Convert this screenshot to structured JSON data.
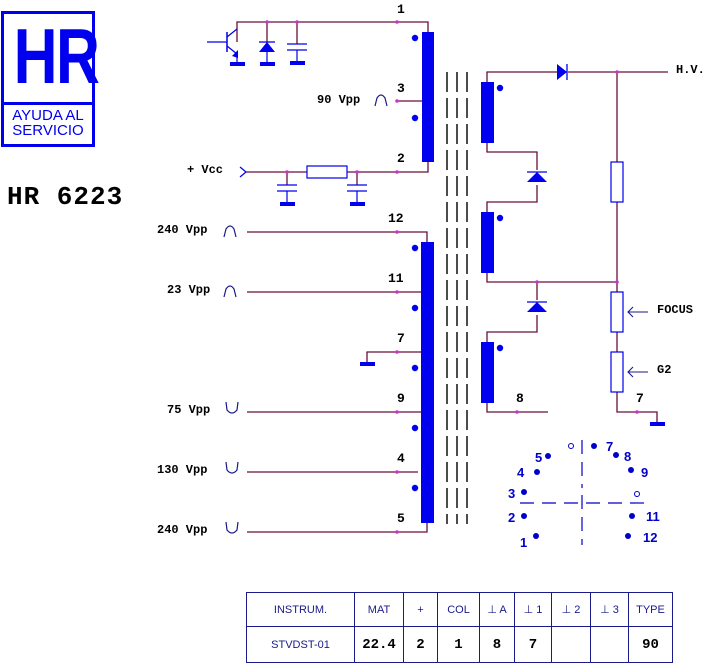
{
  "logo": {
    "mark": "HR",
    "line1": "AYUDA AL",
    "line2": "SERVICIO"
  },
  "model": "HR 6223",
  "colors": {
    "wire": "#6b0f3a",
    "component": "#0000ee",
    "node": "#cc33cc",
    "text": "#000000",
    "socket": "#0000cc"
  },
  "primary": {
    "pins": [
      {
        "id": "1",
        "label": "1"
      },
      {
        "id": "3",
        "label": "3",
        "signal": "90 Vpp",
        "waveform": "positive-pulse"
      },
      {
        "id": "2",
        "label": "2",
        "signal": "+ Vcc",
        "waveform": "input-arrow"
      }
    ],
    "driver_components": [
      "transistor-icon",
      "diode-icon",
      "capacitor-icon"
    ],
    "filter_components": [
      "capacitor-icon",
      "resistor-icon",
      "capacitor-icon"
    ]
  },
  "secondary": {
    "pins": [
      {
        "id": "12",
        "label": "12",
        "signal": "240 Vpp",
        "waveform": "positive-pulse"
      },
      {
        "id": "11",
        "label": "11",
        "signal": "23 Vpp",
        "waveform": "positive-pulse"
      },
      {
        "id": "7",
        "label": "7",
        "signal": "",
        "waveform": "ground"
      },
      {
        "id": "9",
        "label": "9",
        "signal": "75 Vpp",
        "waveform": "negative-pulse"
      },
      {
        "id": "4",
        "label": "4",
        "signal": "130 Vpp",
        "waveform": "negative-pulse"
      },
      {
        "id": "5",
        "label": "5",
        "signal": "240 Vpp",
        "waveform": "negative-pulse"
      }
    ]
  },
  "hv_section": {
    "output_label": "H.V.",
    "focus_label": "FOCUS",
    "g2_label": "G2",
    "pin_8": "8",
    "pin_7": "7"
  },
  "socket_view": {
    "pins": [
      "1",
      "2",
      "3",
      "4",
      "5",
      "7",
      "8",
      "9",
      "11",
      "12"
    ],
    "empty_positions": 2
  },
  "spec_table": {
    "headers": [
      "INSTRUM.",
      "MAT",
      "+",
      "COL",
      "⊥ A",
      "⊥ 1",
      "⊥ 2",
      "⊥ 3",
      "TYPE"
    ],
    "values": [
      "STVDST-01",
      "22.4",
      "2",
      "1",
      "8",
      "7",
      "",
      "",
      "90"
    ]
  }
}
